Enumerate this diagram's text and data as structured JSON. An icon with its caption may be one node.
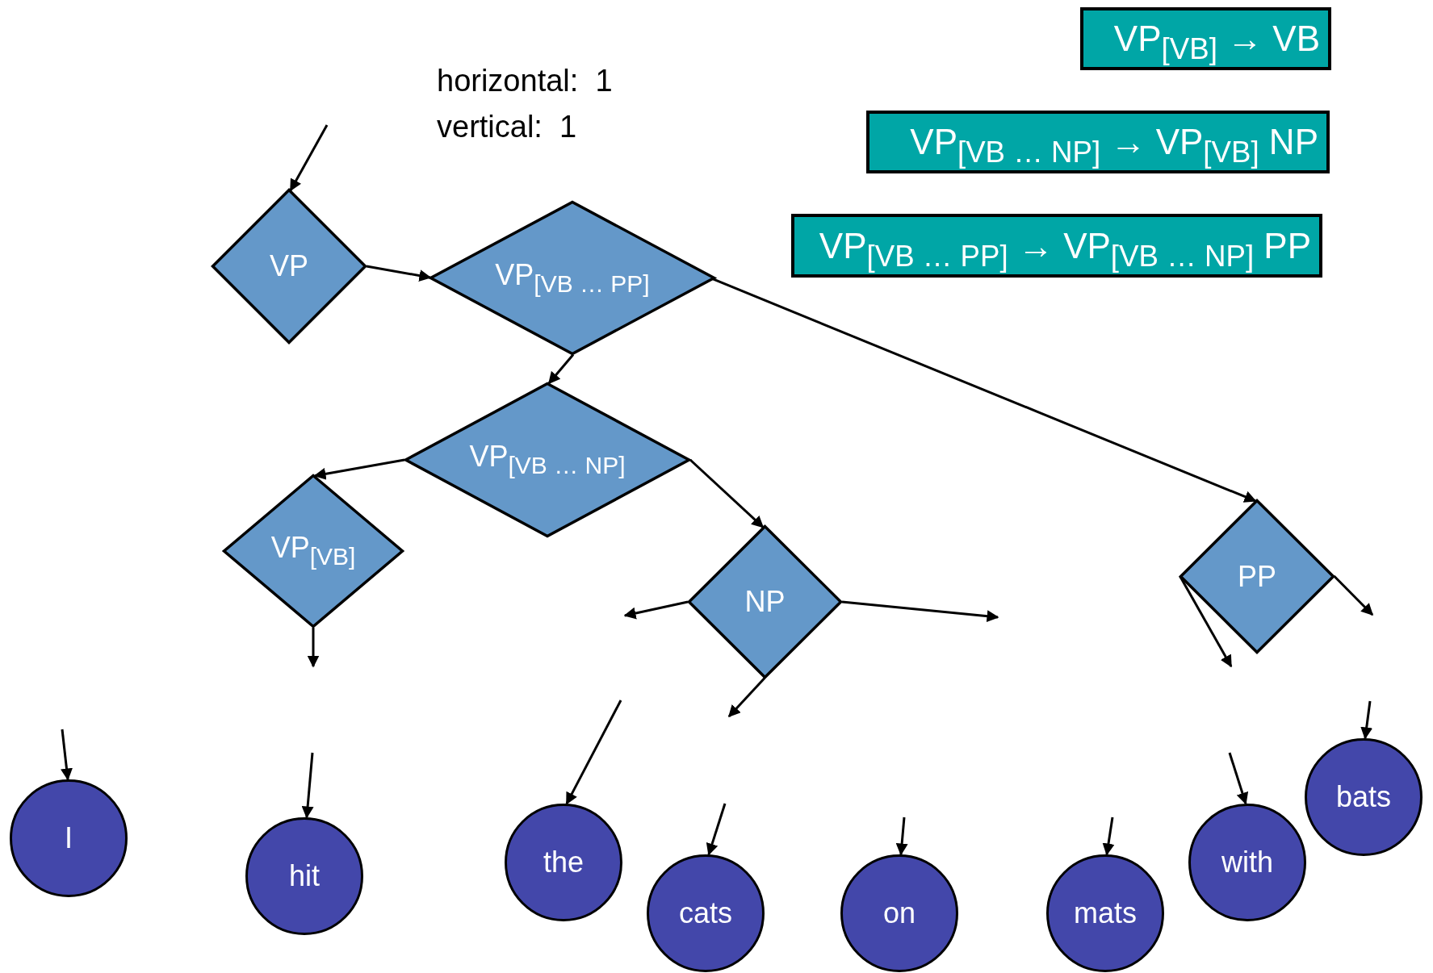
{
  "diagram": {
    "nodes": [
      {
        "text": [
          "VP$_{[VB]}$ → VB"
        ]
      },
      {
        "text": [
          "VP$_{[VB … NP]}$ → VP$_{[VB]}$ NP"
        ]
      },
      {
        "text": [
          "VP$_{[VB … PP]}$ → VP$_{[VB … NP]}$ PP"
        ]
      },
      {
        "text": [
          "VP"
        ]
      },
      {
        "text": [
          "VP$_{[VB … PP]}$"
        ]
      },
      {
        "text": [
          "VP$_{[VB … NP]}$"
        ]
      },
      {
        "text": [
          "VP$_{[VB]}$"
        ]
      },
      {
        "text": [
          "NP"
        ]
      },
      {
        "text": [
          "PP"
        ]
      },
      {
        "text": [
          "I"
        ]
      },
      {
        "text": [
          "hit"
        ]
      },
      {
        "text": [
          "the"
        ]
      },
      {
        "text": [
          "cats"
        ]
      },
      {
        "text": [
          "on"
        ]
      },
      {
        "text": [
          "mats"
        ]
      },
      {
        "text": [
          "with"
        ]
      },
      {
        "text": [
          "bats"
        ]
      }
    ],
    "edges": [
      {
        "from": null,
        "to": 3,
        "arrow": "to"
      },
      {
        "from": 3,
        "to": 4,
        "arrow": "to"
      },
      {
        "from": 4,
        "to": 5,
        "arrow": "to"
      },
      {
        "from": 4,
        "to": 8,
        "arrow": "to"
      },
      {
        "from": 5,
        "to": 6,
        "arrow": "to"
      },
      {
        "from": 5,
        "to": 7,
        "arrow": "to"
      },
      {
        "from": 6,
        "to": null,
        "arrow": "to"
      },
      {
        "from": 7,
        "to": null,
        "arrow": "to"
      },
      {
        "from": 7,
        "to": null,
        "arrow": "to"
      },
      {
        "from": 7,
        "to": null,
        "arrow": "to"
      },
      {
        "from": 8,
        "to": null,
        "arrow": "to"
      },
      {
        "from": 8,
        "to": null,
        "arrow": "to"
      },
      {
        "from": null,
        "to": 9,
        "arrow": "to"
      },
      {
        "from": null,
        "to": 10,
        "arrow": "to"
      },
      {
        "from": null,
        "to": 11,
        "arrow": "to"
      },
      {
        "from": null,
        "to": 12,
        "arrow": "to"
      },
      {
        "from": null,
        "to": 13,
        "arrow": "to"
      },
      {
        "from": null,
        "to": 14,
        "arrow": "to"
      },
      {
        "from": null,
        "to": 15,
        "arrow": "to"
      },
      {
        "from": null,
        "to": 16,
        "arrow": "to"
      }
    ],
    "labels": [
      "horizontal:  1",
      "vertical:  1"
    ]
  }
}
